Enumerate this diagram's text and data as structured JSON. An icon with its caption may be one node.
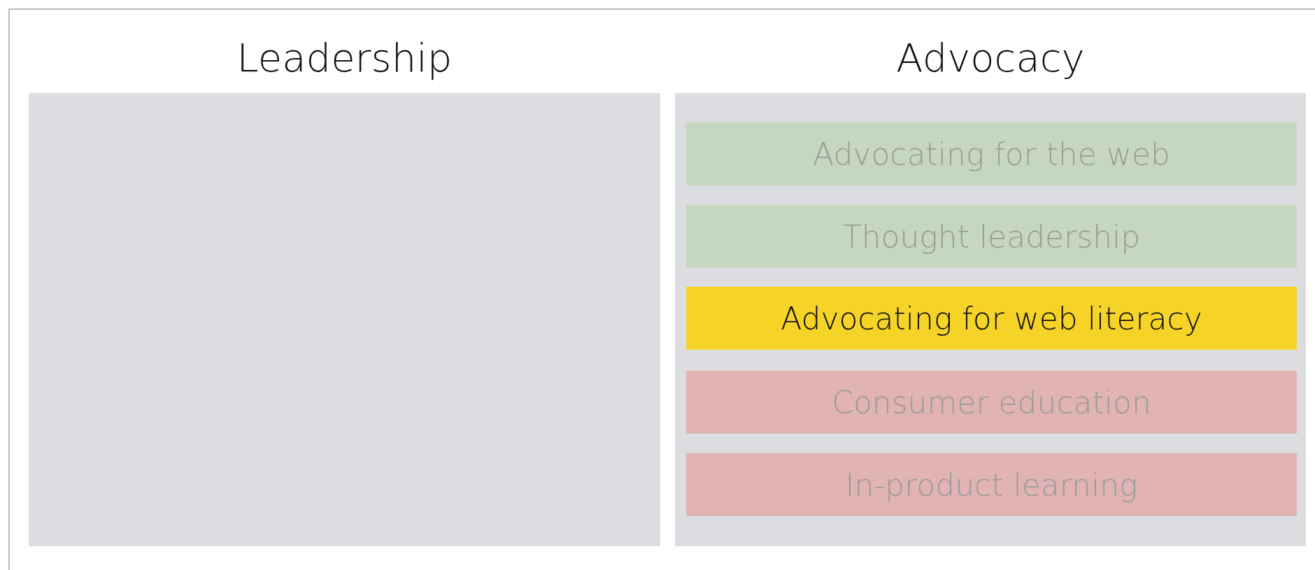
{
  "diagram": {
    "nodes": [
      {
        "text": [
          "Leadership"
        ]
      },
      {
        "text": [
          "Advocacy"
        ]
      },
      {
        "text": [
          "Advocating for the web"
        ],
        "in": 1
      },
      {
        "text": [
          "Thought leadership"
        ],
        "in": 1
      },
      {
        "text": [
          "Advocating for web literacy"
        ],
        "in": 1
      },
      {
        "text": [
          "Consumer education"
        ],
        "in": 1
      },
      {
        "text": [
          "In-product learning"
        ],
        "in": 1
      }
    ]
  }
}
